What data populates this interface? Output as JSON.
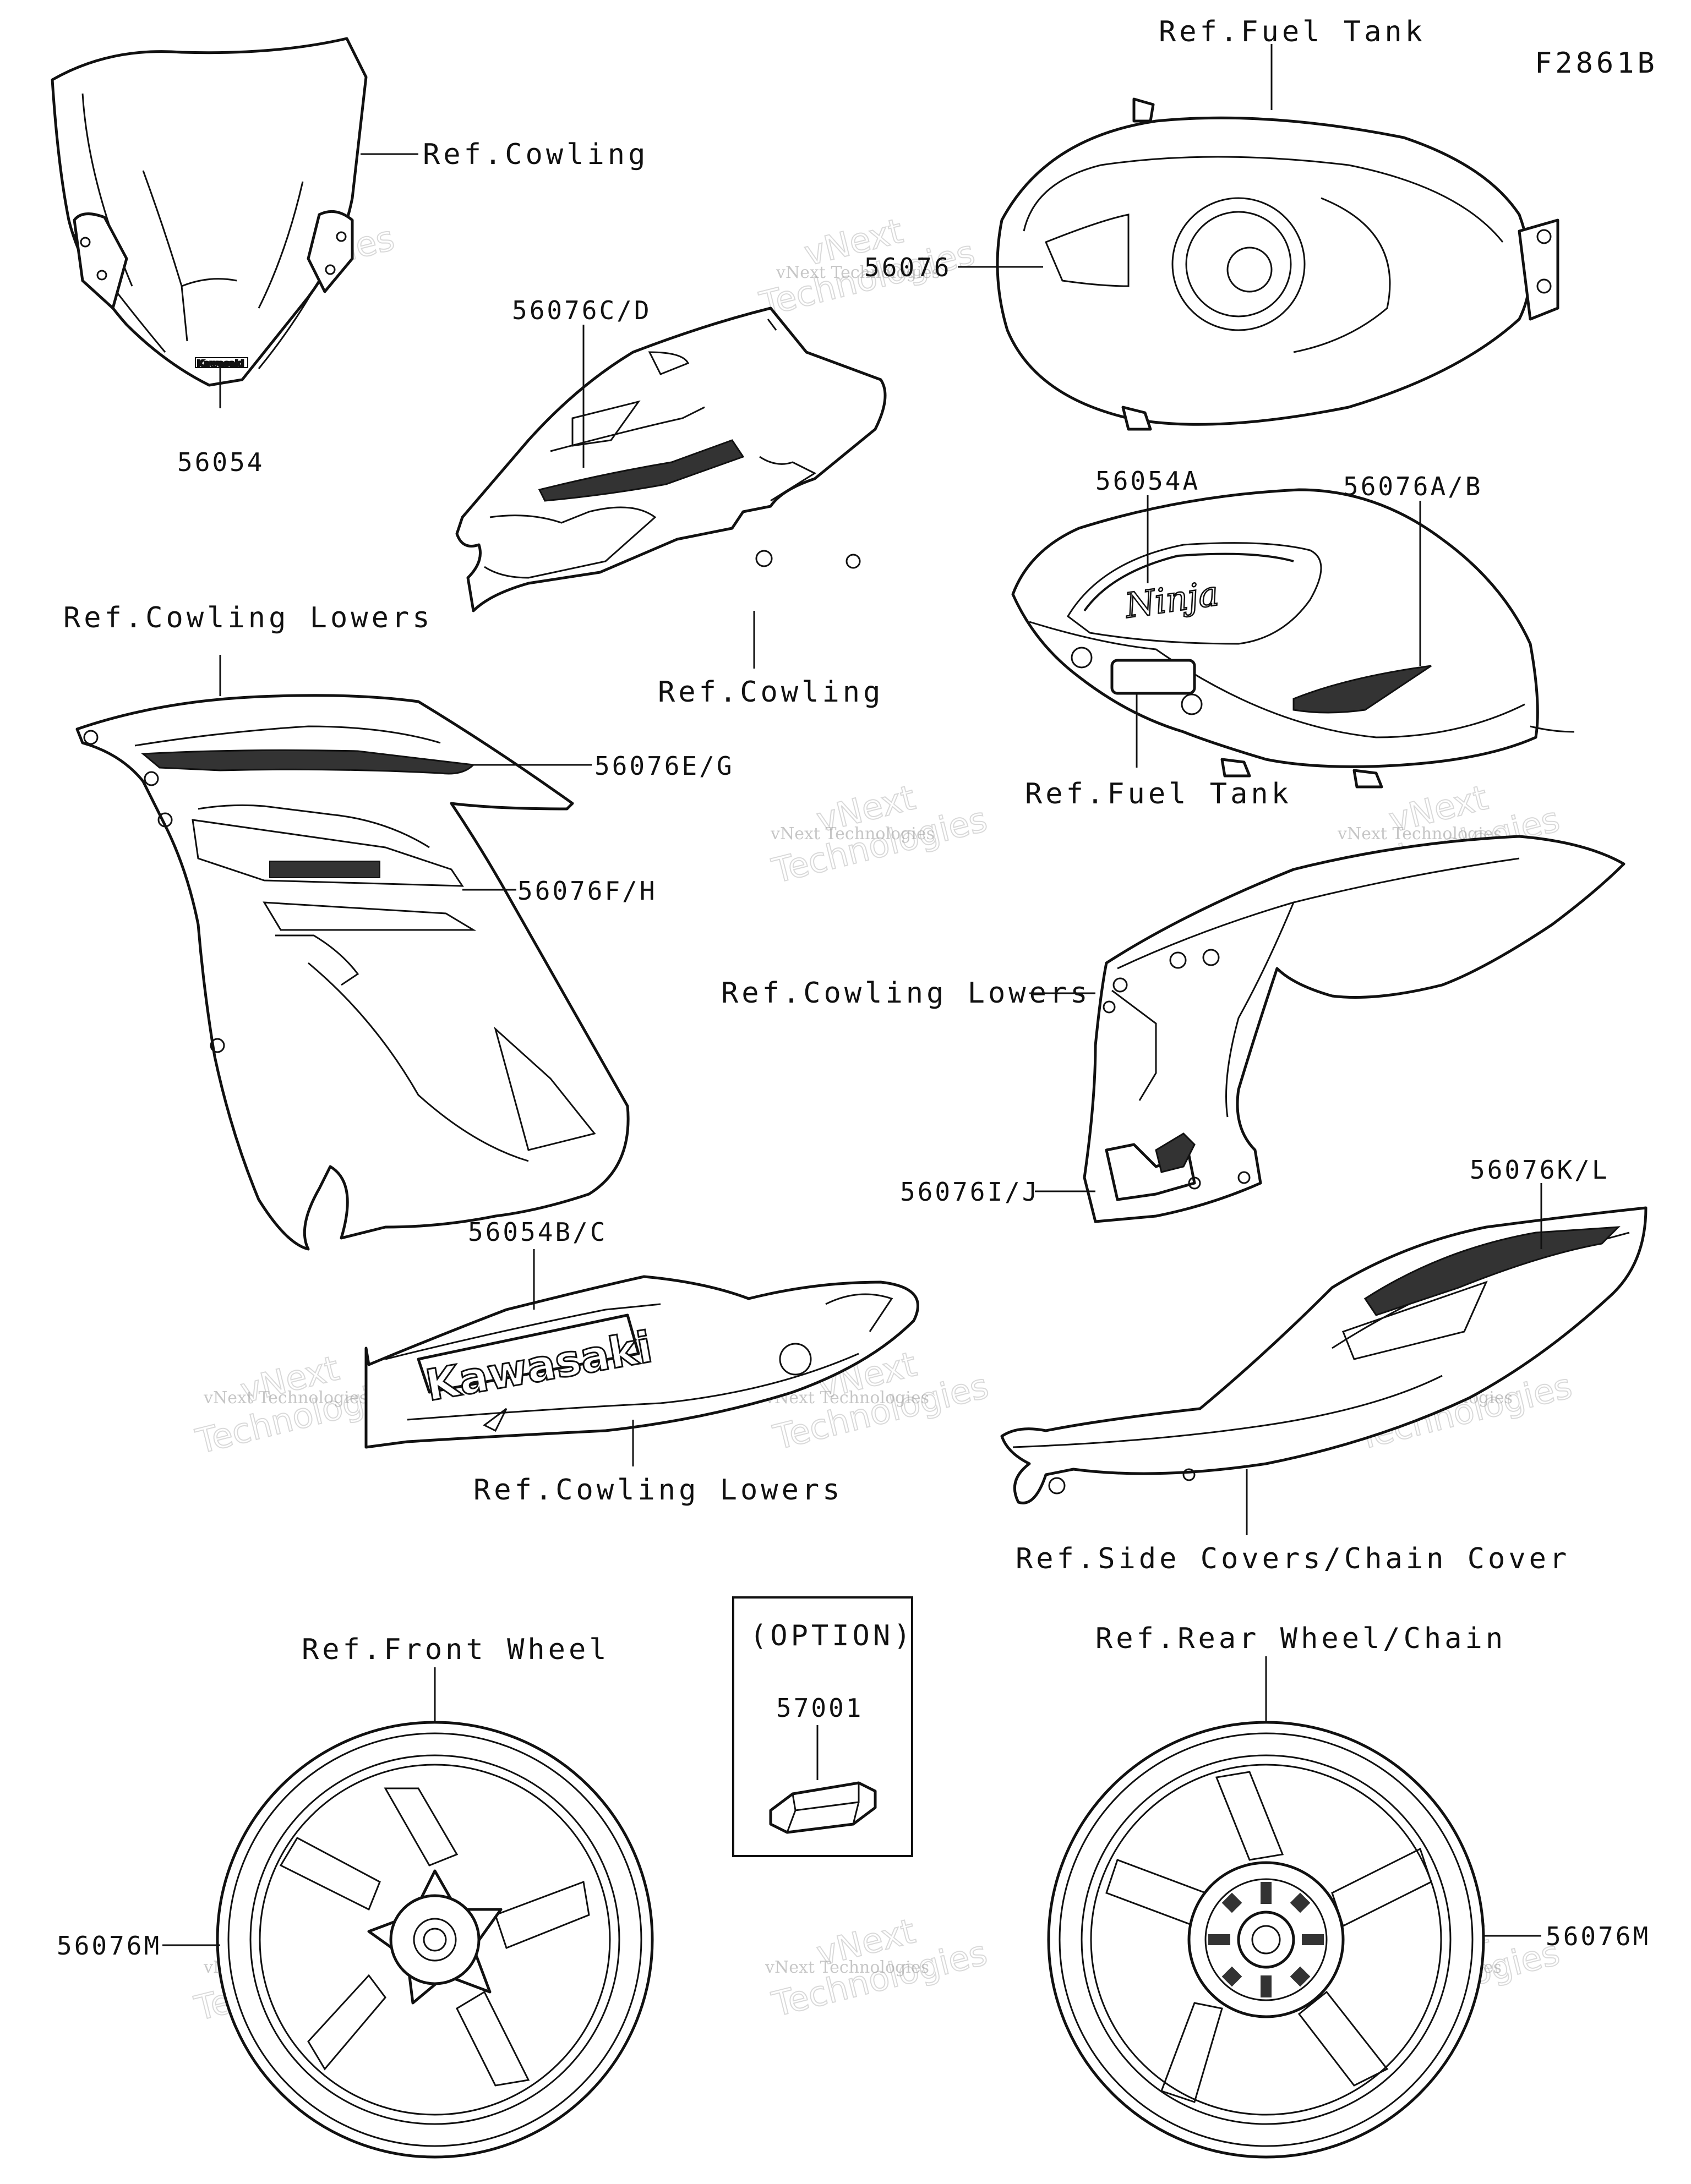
{
  "diagram_code": "F2861B",
  "option_box": {
    "title": "(OPTION)",
    "part_number": "57001"
  },
  "labels": {
    "ref_cowling_top": "Ref.Cowling",
    "ref_fuel_tank_top": "Ref.Fuel Tank",
    "part_56076": "56076",
    "part_56054": "56054",
    "part_56076cd": "56076C/D",
    "ref_cowling_mid": "Ref.Cowling",
    "part_56054a": "56054A",
    "part_56076ab": "56076A/B",
    "ref_fuel_tank_mid": "Ref.Fuel Tank",
    "ref_cowling_lowers_left": "Ref.Cowling Lowers",
    "part_56076eg": "56076E/G",
    "part_56076fh": "56076F/H",
    "ref_cowling_lowers_right": "Ref.Cowling Lowers",
    "part_56076ij": "56076I/J",
    "part_56054bc": "56054B/C",
    "part_56076kl": "56076K/L",
    "ref_cowling_lowers_bottom": "Ref.Cowling Lowers",
    "ref_side_covers": "Ref.Side Covers/Chain Cover",
    "ref_front_wheel": "Ref.Front Wheel",
    "ref_rear_wheel": "Ref.Rear Wheel/Chain",
    "part_56076m_left": "56076M",
    "part_56076m_right": "56076M"
  },
  "decal_text": {
    "windscreen_logo": "Kawasaki",
    "tank_logo": "Ninja",
    "lower_cowl_logo": "Kawasaki"
  },
  "watermark": {
    "line1": "vNext Technologies",
    "line2": "Technologies",
    "line3": "vNext"
  }
}
